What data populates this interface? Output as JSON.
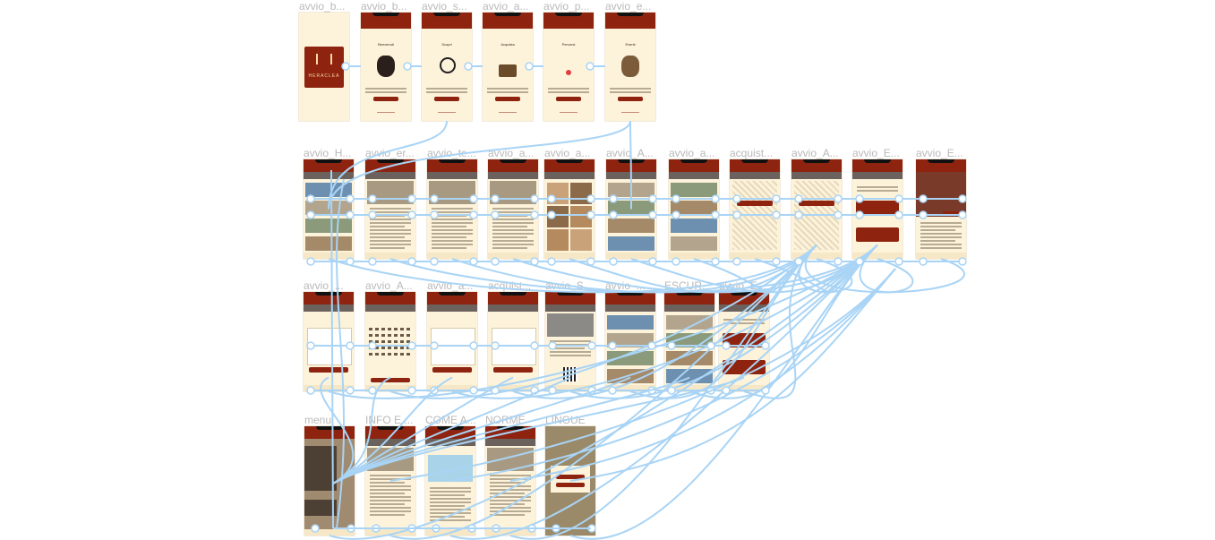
{
  "app": {
    "title": "Heraclea prototype flow"
  },
  "colors": {
    "accent": "#8e2410",
    "screen_bg": "#fdf3da",
    "wire": "#a9d4f5",
    "title_gray": "#b9b9b9"
  },
  "frames": [
    {
      "id": "r1c1",
      "title": "avvio_b...",
      "kind": "splash",
      "logo_text": "HERACLEA"
    },
    {
      "id": "r1c2",
      "title": "avvio_b...",
      "kind": "onboard",
      "heading": "Benvenuti",
      "icon": "vase-icon"
    },
    {
      "id": "r1c3",
      "title": "avvio_s...",
      "kind": "onboard",
      "heading": "Scopri",
      "icon": "magnifier-icon"
    },
    {
      "id": "r1c4",
      "title": "avvio_a...",
      "kind": "onboard",
      "heading": "Acquista",
      "icon": "house-icon"
    },
    {
      "id": "r1c5",
      "title": "avvio_p...",
      "kind": "onboard",
      "heading": "Percorsi",
      "icon": "pin-icon"
    },
    {
      "id": "r1c6",
      "title": "avvio_e...",
      "kind": "onboard",
      "heading": "Eventi",
      "icon": "masks-icon"
    },
    {
      "id": "r2c1",
      "title": "avvio_H...",
      "kind": "list"
    },
    {
      "id": "r2c2",
      "title": "avvio_er...",
      "kind": "article"
    },
    {
      "id": "r2c3",
      "title": "avvio_te...",
      "kind": "article"
    },
    {
      "id": "r2c4",
      "title": "avvio_a...",
      "kind": "article"
    },
    {
      "id": "r2c5",
      "title": "avvio_a...",
      "kind": "gallery"
    },
    {
      "id": "r2c6",
      "title": "avvio_A...",
      "kind": "photos"
    },
    {
      "id": "r2c7",
      "title": "avvio_a...",
      "kind": "photos"
    },
    {
      "id": "r2c8",
      "title": "acquist...",
      "kind": "sketch"
    },
    {
      "id": "r2c9",
      "title": "avvio_A...",
      "kind": "sketch"
    },
    {
      "id": "r2c10",
      "title": "avvio_E...",
      "kind": "events"
    },
    {
      "id": "r2c11",
      "title": "avvio_E...",
      "kind": "dark"
    },
    {
      "id": "r3c1",
      "title": "avvio_...",
      "kind": "form"
    },
    {
      "id": "r3c2",
      "title": "avvio_A...",
      "kind": "calendar"
    },
    {
      "id": "r3c3",
      "title": "avvio_a...",
      "kind": "form"
    },
    {
      "id": "r3c4",
      "title": "acquist...",
      "kind": "form"
    },
    {
      "id": "r3c5",
      "title": "avvio_S...",
      "kind": "ticket"
    },
    {
      "id": "r3c6",
      "title": "avvio_...",
      "kind": "photos"
    },
    {
      "id": "r3c7",
      "title": "ESCUR...",
      "kind": "photos"
    },
    {
      "id": "r3c8",
      "title": "avvio_E...",
      "kind": "events"
    },
    {
      "id": "r4c1",
      "title": "menu",
      "kind": "menu"
    },
    {
      "id": "r4c2",
      "title": "INFO E ...",
      "kind": "article"
    },
    {
      "id": "r4c3",
      "title": "COME A...",
      "kind": "map"
    },
    {
      "id": "r4c4",
      "title": "NORME",
      "kind": "article"
    },
    {
      "id": "r4c5",
      "title": "LINGUE",
      "kind": "aerial"
    }
  ]
}
